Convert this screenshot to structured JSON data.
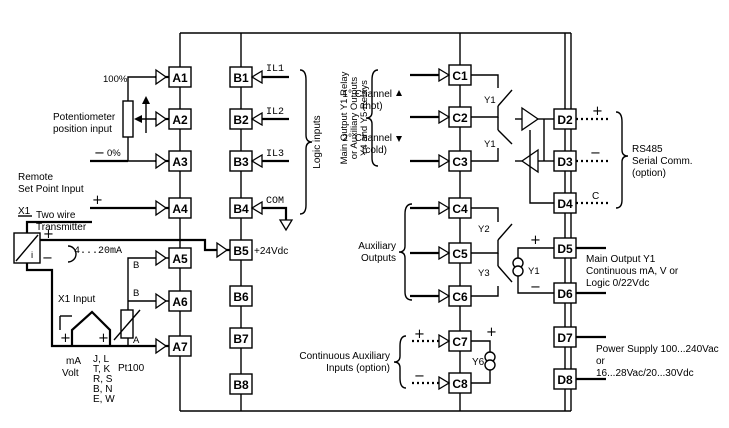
{
  "terminals": {
    "a": [
      "A1",
      "A2",
      "A3",
      "A4",
      "A5",
      "A6",
      "A7"
    ],
    "b": [
      "B1",
      "B2",
      "B3",
      "B4",
      "B5",
      "B6",
      "B7",
      "B8"
    ],
    "c": [
      "C1",
      "C2",
      "C3",
      "C4",
      "C5",
      "C6",
      "C7",
      "C8"
    ],
    "d": [
      "D2",
      "D3",
      "D4",
      "D5",
      "D6",
      "D7",
      "D8"
    ]
  },
  "labels": {
    "pot_100": "100%",
    "pot_0": "0%",
    "pot_input": [
      "Potentiometer",
      "position input"
    ],
    "remote_sp": [
      "Remote",
      "Set Point Input"
    ],
    "x1_top": "X1",
    "two_wire": [
      "Two wire",
      "Transmitter"
    ],
    "current_range": "4...20mA",
    "x1_input": "X1 Input",
    "ma_volt": [
      "mA",
      "Volt"
    ],
    "tc_types": [
      "J, L",
      "T, K",
      "R, S",
      "B, N",
      "E, W"
    ],
    "pt100": "Pt100",
    "B": "B",
    "A": "A",
    "il1": "IL1",
    "il2": "IL2",
    "il3": "IL3",
    "com": "COM",
    "plus24": "+24Vdc",
    "logic_inputs": "Logic inputs",
    "main_relay_vert": [
      "Main Output Y1 Relay",
      "or Auxiliary Outputs",
      "Y4 and Y5 Relays"
    ],
    "ch1": [
      "1° Channel",
      "(hot)"
    ],
    "ch2": [
      "2° Channel",
      "(cold)"
    ],
    "y1": "Y1",
    "y2": "Y2",
    "y3": "Y3",
    "y6": "Y6",
    "aux_outputs": [
      "Auxiliary",
      "Outputs"
    ],
    "cont_aux": [
      "Continuous Auxiliary",
      "Inputs (option)"
    ],
    "rs485": [
      "RS485",
      "Serial Comm.",
      "(option)"
    ],
    "C_line": "C",
    "main_out": [
      "Main Output Y1",
      "Continuous mA, V or",
      "Logic 0/22Vdc"
    ],
    "power": [
      "Power Supply 100...240Vac",
      "or",
      "16...28Vac/20...30Vdc"
    ],
    "plus": "+",
    "minus": "−"
  }
}
